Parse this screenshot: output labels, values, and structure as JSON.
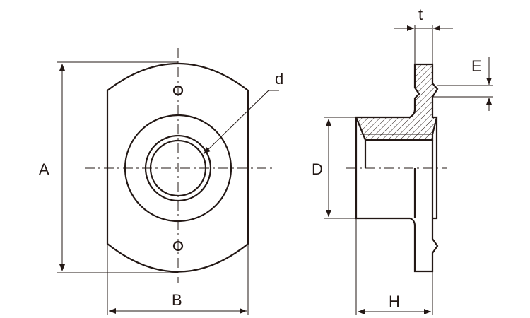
{
  "labels": {
    "A": "A",
    "B": "B",
    "d": "d",
    "D": "D",
    "H": "H",
    "t": "t",
    "E": "E"
  },
  "colors": {
    "line": "#231815"
  }
}
